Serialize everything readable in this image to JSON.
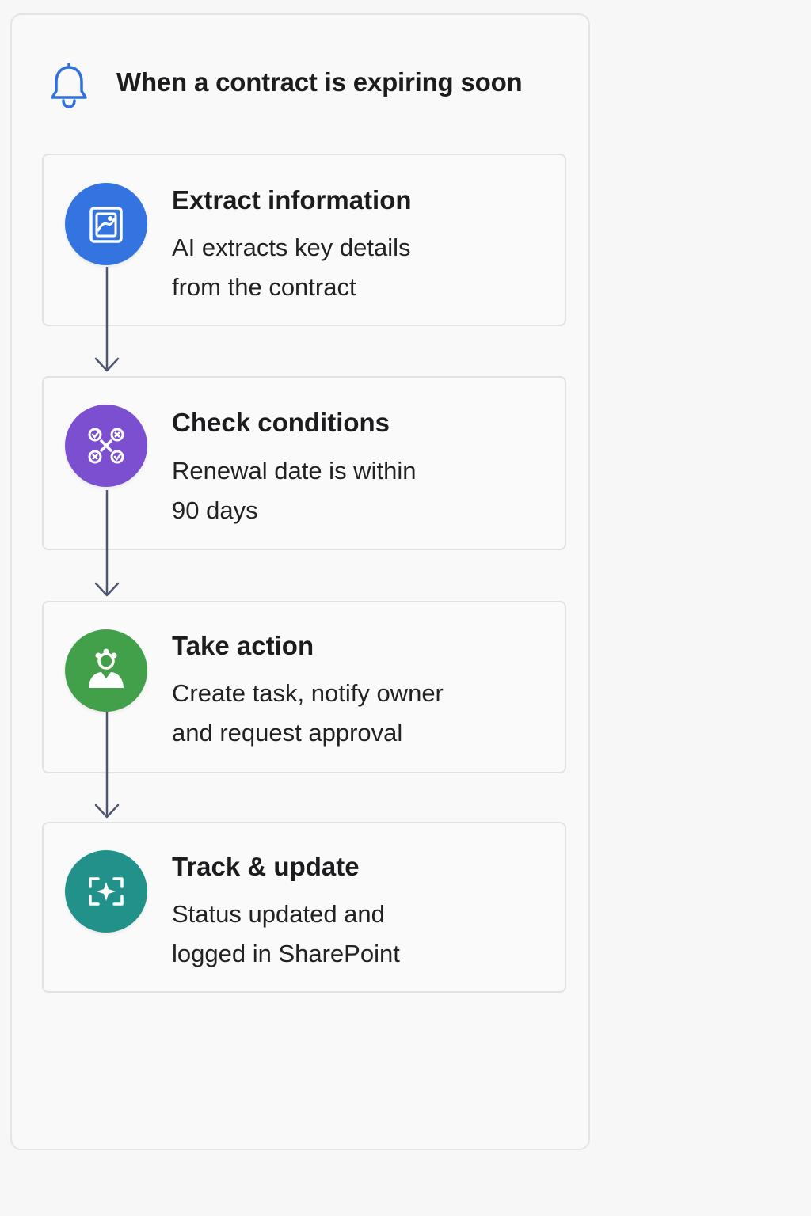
{
  "header": {
    "title": "When a contract is expiring soon",
    "icon": "bell-icon",
    "icon_color": "#2f6fe0"
  },
  "steps": [
    {
      "title": "Extract information",
      "description_lines": [
        "AI extracts key details",
        "from the contract"
      ],
      "icon": "document-extract-icon",
      "color": "#3474e0"
    },
    {
      "title": "Check conditions",
      "description_lines": [
        "Renewal date is within",
        "90 days"
      ],
      "icon": "conditions-icon",
      "color": "#7b4fd0"
    },
    {
      "title": "Take action",
      "description_lines": [
        "Create task, notify owner",
        "and request approval"
      ],
      "icon": "person-action-icon",
      "color": "#43a04a"
    },
    {
      "title": "Track & update",
      "description_lines": [
        "Status updated and",
        "logged in SharePoint"
      ],
      "icon": "sync-track-icon",
      "color": "#22918a"
    }
  ],
  "connector_color": "#4d5570"
}
